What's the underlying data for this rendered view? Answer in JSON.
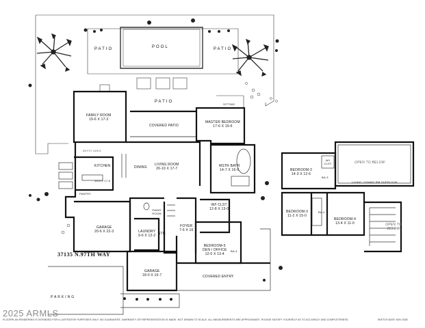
{
  "labels": {
    "patio_left": "PATIO",
    "pool": "POOL",
    "patio_right": "PATIO",
    "patio_mid": "PATIO",
    "sitting": "SITTING",
    "family_room": {
      "name": "FAMILY ROOM",
      "dims": "19-6 X 17-3"
    },
    "covered_patio": "COVERED PATIO",
    "master_bedroom": {
      "name": "MASTER BEDROOM",
      "dims": "17-6 X 19-6"
    },
    "bkfst_area": "BKFST AREA",
    "kitchen": {
      "name": "KITCHEN",
      "dims": "19-6 X 17-6"
    },
    "dining": "DINING",
    "living_room": {
      "name": "LIVING ROOM",
      "dims": "26-10 X 17-7"
    },
    "mstr_bath": {
      "name": "MSTR BATH",
      "dims": "14-7 X 16-6"
    },
    "wi_clst": {
      "name": "W/I CLST",
      "dims": "12-8 X 13-0"
    },
    "pantry": "PANTRY",
    "pwdr_room": "PWDR ROOM",
    "garage_main": {
      "name": "GARAGE",
      "dims": "20-6 X 22-3"
    },
    "laundry": {
      "name": "LAUNDRY",
      "dims": "9-6 X 12-2"
    },
    "stg": "STG",
    "foyer": {
      "name": "FOYER",
      "dims": "7-6 X 16"
    },
    "bedroom5": {
      "name": "BEDROOM-5",
      "sub": "DEN / OFFICE",
      "dims": "12-0 X 13-4"
    },
    "ba4": "BA-4",
    "garage_small": {
      "name": "GARAGE",
      "dims": "18-0 X 16-7"
    },
    "covered_entry": "COVERED ENTRY",
    "parking": "PARKING",
    "bedroom2": {
      "name": "BEDROOM-2",
      "dims": "14-3 X 12-6"
    },
    "wi_clst_up": "W/I CLST",
    "ba3": "BA-3",
    "open_to_below_top": "OPEN TO BELOW",
    "living_overlook": "LIVING / DINING RM OVERLOOK",
    "bedroom3": {
      "name": "BEDROOM-3",
      "dims": "11-2 X 15-0"
    },
    "ba2": "BA-2",
    "bedroom4": {
      "name": "BEDROOM-4",
      "dims": "13-4 X 11-0"
    },
    "open_to_below_side": "OPEN TO BELOW"
  },
  "address": "37135 N.97TH WAY",
  "watermark": "2025 ARMLS",
  "disclaimer": "FLOORPLAN RENDERING IS INTENDED FOR ILLUSTRATIVE PURPOSES ONLY. NO GUARANTEE, WARRANTY OR REPRESENTATION IS MADE. NOT DRAWN TO SCALE. ALL MEASUREMENTS ARE APPROXIMATE. PLEASE SATISFY YOURSELF AS TO ACCURACY AND COMPLETENESS.",
  "sketch_date": "SKETCH DATE: NOV 2025",
  "colors": {
    "wall": "#111111",
    "thin": "#333333",
    "tree": "#222222",
    "watermark": "#8a8a8a"
  }
}
